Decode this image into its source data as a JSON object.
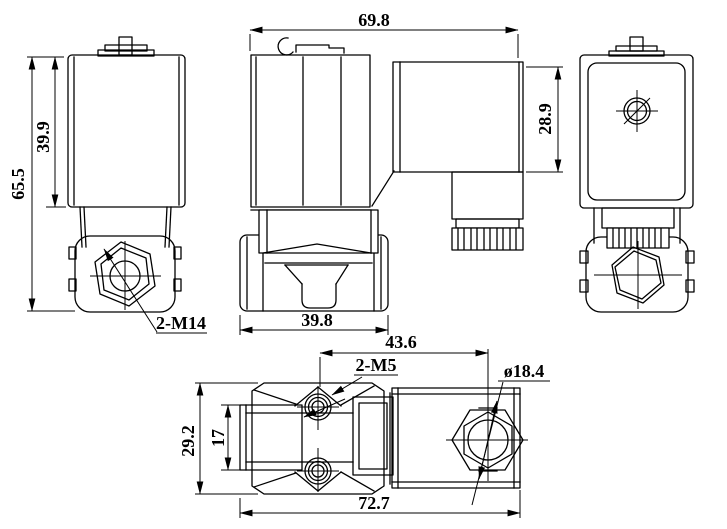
{
  "drawing": {
    "background": "#ffffff",
    "line_color": "#000000",
    "subject": "solenoid-valve-orthographic-views",
    "views": {
      "front": {
        "dim_total_height": "65.5",
        "dim_coil_height": "39.9",
        "port_thread_label": "2-M14"
      },
      "side": {
        "dim_total_width": "69.8",
        "dim_connector_height": "28.9",
        "dim_body_width": "39.8"
      },
      "bottom": {
        "dim_axis_to_gland": "43.6",
        "mounting_holes_label": "2-M5",
        "gland_diameter_label": "ø18.4",
        "dim_body_depth": "29.2",
        "dim_port_boss_height": "17",
        "dim_total_length": "72.7"
      }
    }
  }
}
